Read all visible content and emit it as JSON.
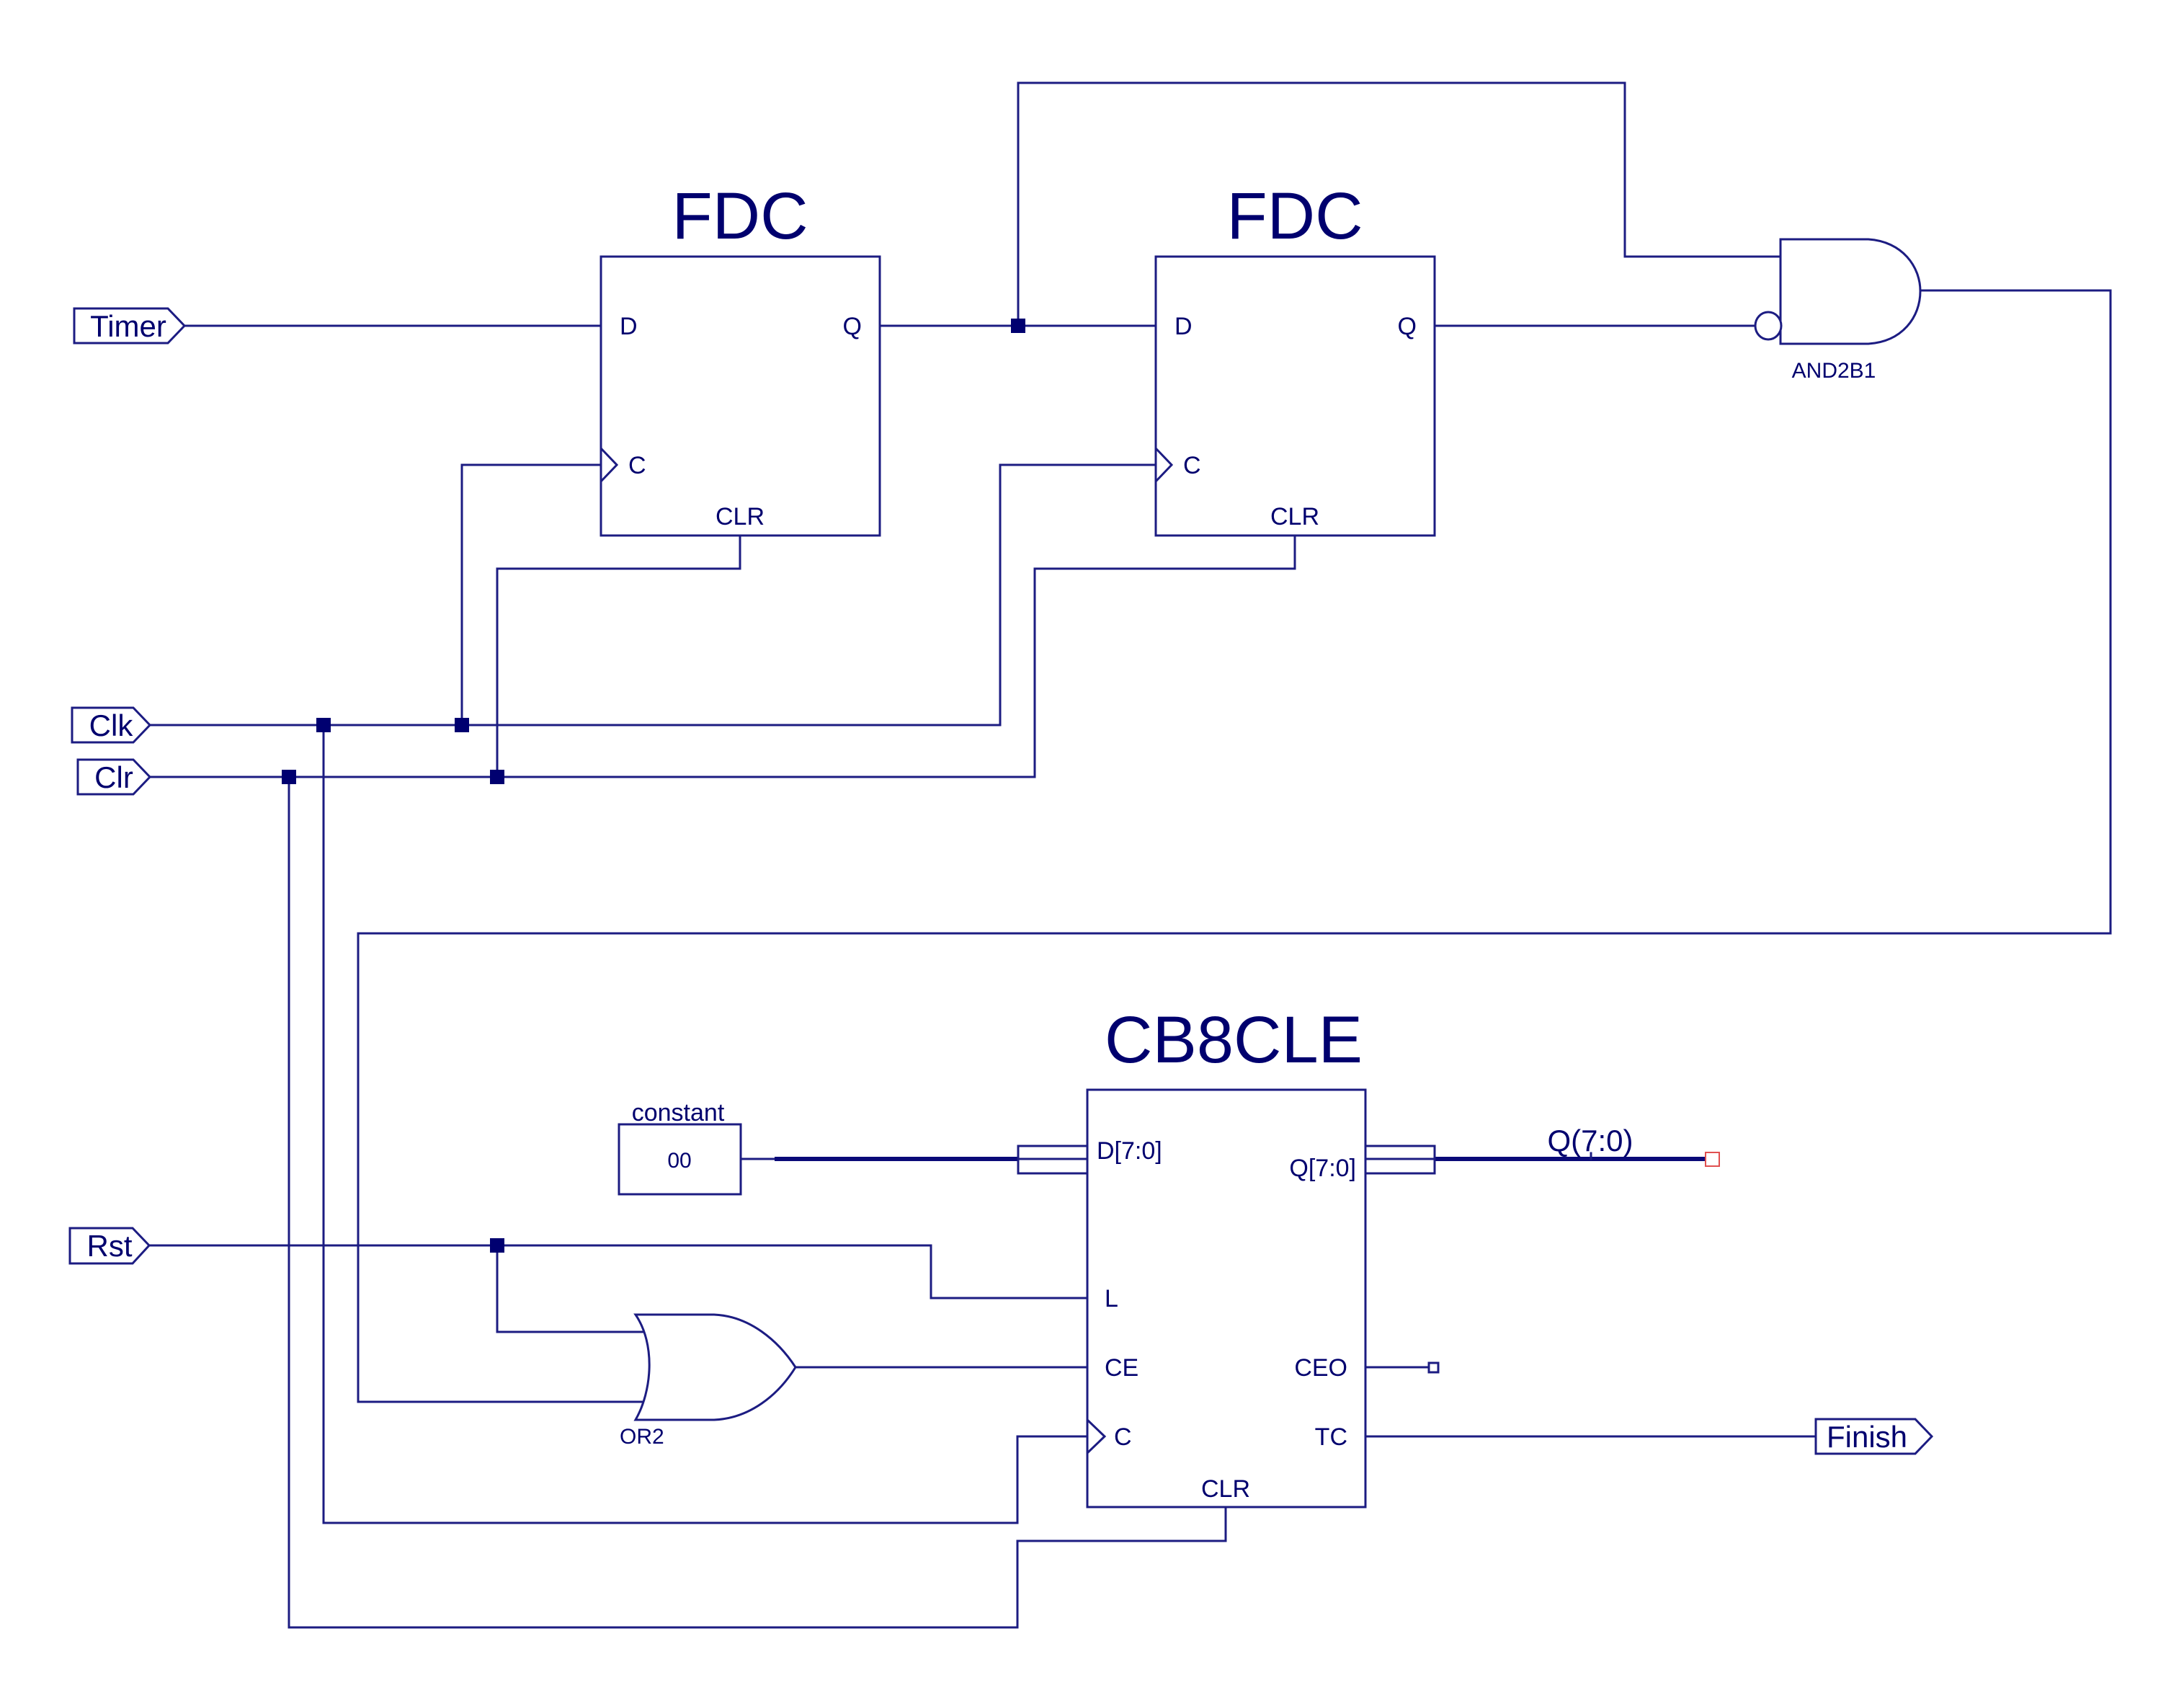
{
  "schematic": {
    "components": {
      "fdc1": {
        "title": "FDC",
        "pins": {
          "d": "D",
          "q": "Q",
          "c": "C",
          "clr": "CLR"
        }
      },
      "fdc2": {
        "title": "FDC",
        "pins": {
          "d": "D",
          "q": "Q",
          "c": "C",
          "clr": "CLR"
        }
      },
      "and_gate": {
        "name": "AND2B1"
      },
      "or_gate": {
        "name": "OR2"
      },
      "constant": {
        "label": "constant",
        "value": "00"
      },
      "counter": {
        "title": "CB8CLE",
        "pins": {
          "d": "D[7:0]",
          "q": "Q[7:0]",
          "l": "L",
          "ce": "CE",
          "ceo": "CEO",
          "c": "C",
          "tc": "TC",
          "clr": "CLR"
        }
      }
    },
    "io_ports": {
      "timer": "Timer",
      "clk": "Clk",
      "clr": "Clr",
      "rst": "Rst",
      "finish": "Finish"
    },
    "nets": {
      "q_bus": "Q(7:0)"
    },
    "colors": {
      "wire": "#1c1c82",
      "text": "#00006e",
      "unconnected_terminal": "#e05050"
    }
  }
}
